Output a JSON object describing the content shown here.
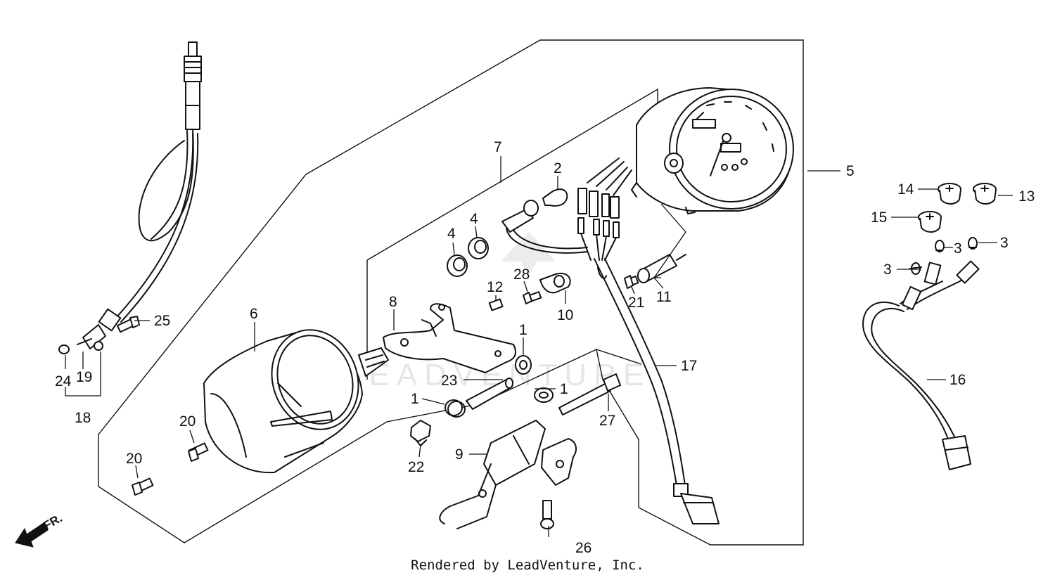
{
  "diagram": {
    "type": "exploded parts diagram",
    "footer_text": "Rendered by LeadVenture, Inc.",
    "watermark_text": "LEADVENTURE",
    "direction_label": "FR.",
    "callouts": {
      "c1a": "1",
      "c1b": "1",
      "c1c": "1",
      "c2": "2",
      "c3a": "3",
      "c3b": "3",
      "c3c": "3",
      "c4a": "4",
      "c4b": "4",
      "c5": "5",
      "c6": "6",
      "c7": "7",
      "c8": "8",
      "c9": "9",
      "c10": "10",
      "c11": "11",
      "c12": "12",
      "c13": "13",
      "c14": "14",
      "c15": "15",
      "c16": "16",
      "c17": "17",
      "c18": "18",
      "c19": "19",
      "c20a": "20",
      "c20b": "20",
      "c21": "21",
      "c22": "22",
      "c23": "23",
      "c24": "24",
      "c25": "25",
      "c26": "26",
      "c27": "27",
      "c28": "28"
    }
  }
}
